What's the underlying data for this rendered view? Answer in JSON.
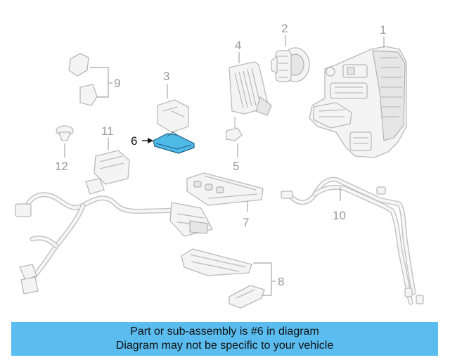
{
  "callouts": {
    "c1": "1",
    "c2": "2",
    "c3": "3",
    "c4": "4",
    "c5": "5",
    "c6": "6",
    "c7": "7",
    "c8": "8",
    "c9": "9",
    "c10": "10",
    "c11": "11",
    "c12": "12"
  },
  "highlighted_part": "6",
  "colors": {
    "highlight": "#4fb9e8",
    "banner": "#5bbcef",
    "part_outline": "#b9b9b9"
  },
  "banner": {
    "line1": "Part or sub-assembly is #6 in diagram",
    "line2": "Diagram may not be specific to your vehicle"
  }
}
